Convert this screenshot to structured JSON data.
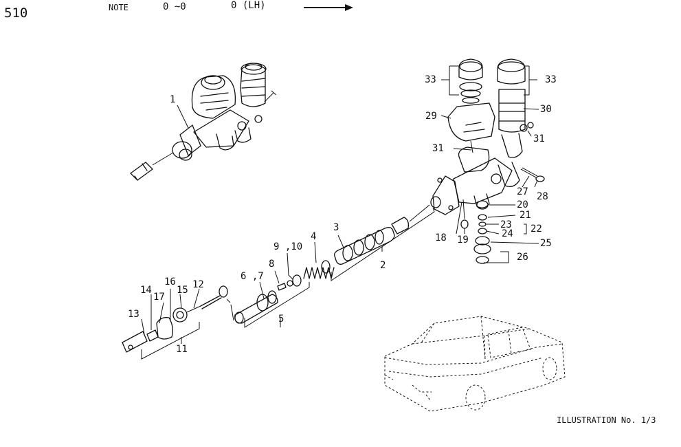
{
  "header": {
    "model": "510",
    "note_label": "NOTE",
    "range": "0 ~0",
    "side": "0 (LH)"
  },
  "footer": {
    "illustration_no": "ILLUSTRATION No. 1/3"
  },
  "callouts": [
    {
      "id": "c1",
      "text": "1"
    },
    {
      "id": "c2",
      "text": "2"
    },
    {
      "id": "c3",
      "text": "3"
    },
    {
      "id": "c4",
      "text": "4"
    },
    {
      "id": "c5",
      "text": "5"
    },
    {
      "id": "c6_7",
      "text": "6 ,7"
    },
    {
      "id": "c8",
      "text": "8"
    },
    {
      "id": "c9_10",
      "text": "9 ,10"
    },
    {
      "id": "c11",
      "text": "11"
    },
    {
      "id": "c12",
      "text": "12"
    },
    {
      "id": "c13",
      "text": "13"
    },
    {
      "id": "c14",
      "text": "14"
    },
    {
      "id": "c15",
      "text": "15"
    },
    {
      "id": "c16",
      "text": "16"
    },
    {
      "id": "c17",
      "text": "17"
    },
    {
      "id": "c18",
      "text": "18"
    },
    {
      "id": "c19",
      "text": "19"
    },
    {
      "id": "c20",
      "text": "20"
    },
    {
      "id": "c21",
      "text": "21"
    },
    {
      "id": "c22",
      "text": "22"
    },
    {
      "id": "c23",
      "text": "23"
    },
    {
      "id": "c24",
      "text": "24"
    },
    {
      "id": "c25",
      "text": "25"
    },
    {
      "id": "c26",
      "text": "26"
    },
    {
      "id": "c27",
      "text": "27"
    },
    {
      "id": "c28",
      "text": "28"
    },
    {
      "id": "c29",
      "text": "29"
    },
    {
      "id": "c30",
      "text": "30"
    },
    {
      "id": "c31a",
      "text": "31"
    },
    {
      "id": "c31b",
      "text": "31"
    },
    {
      "id": "c33a",
      "text": "33"
    },
    {
      "id": "c33b",
      "text": "33"
    }
  ]
}
